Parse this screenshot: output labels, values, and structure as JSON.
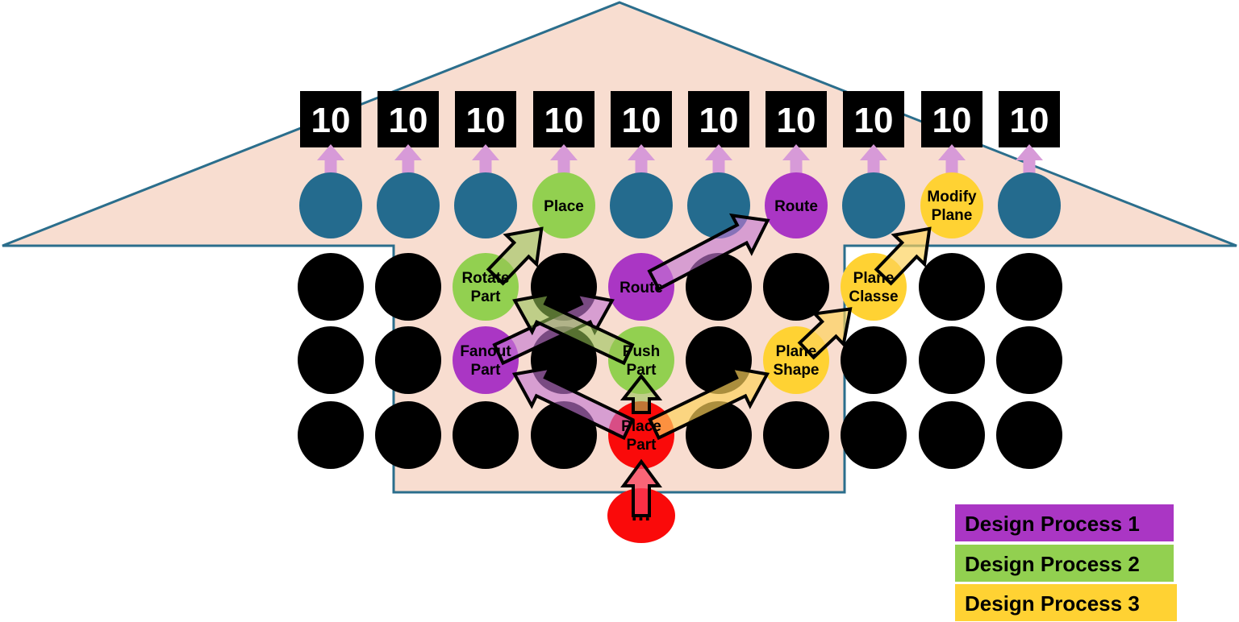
{
  "diagram_type": "design-process-funnel",
  "colors": {
    "teal": "#246b8e",
    "green": "#92d050",
    "purple": "#aa36c4",
    "yellow": "#ffd233",
    "red": "#fa0a0a",
    "black": "#000000",
    "lavender": "#d79ad8",
    "shape_fill": "#f8ddd0",
    "shape_border": "#2b6e8c",
    "arrow_purple": "rgba(195,120,210,0.62)",
    "arrow_green": "rgba(150,195,85,0.58)",
    "arrow_yellow": "rgba(252,210,90,0.68)",
    "arrow_red": "rgba(250,60,90,0.75)",
    "square_fill": "#000000",
    "square_text": "#ffffff",
    "label_text": "#000000"
  },
  "outputs": {
    "value": "10",
    "nodes": [
      {
        "color": "teal"
      },
      {
        "color": "teal"
      },
      {
        "color": "teal"
      },
      {
        "label": "Place",
        "lines": [
          "Place"
        ],
        "color": "green"
      },
      {
        "color": "teal"
      },
      {
        "color": "teal"
      },
      {
        "label": "Route",
        "lines": [
          "Route"
        ],
        "color": "purple"
      },
      {
        "color": "teal"
      },
      {
        "label": "Modify Plane",
        "lines": [
          "Modify",
          "Plane"
        ],
        "color": "yellow"
      },
      {
        "color": "teal"
      }
    ]
  },
  "grid": {
    "rows": [
      [
        null,
        null,
        {
          "label": "Rotate Part",
          "lines": [
            "Rotate",
            "Part"
          ],
          "color": "green"
        },
        null,
        {
          "label": "Route",
          "lines": [
            "Route"
          ],
          "color": "purple"
        },
        null,
        null,
        {
          "label": "Plane Classe",
          "lines": [
            "Plane",
            "Classe"
          ],
          "color": "yellow"
        },
        null,
        null
      ],
      [
        null,
        null,
        {
          "label": "Fanout Part",
          "lines": [
            "Fanout",
            "Part"
          ],
          "color": "purple"
        },
        null,
        {
          "label": "Push Part",
          "lines": [
            "Push",
            "Part"
          ],
          "color": "green"
        },
        null,
        {
          "label": "Plane Shape",
          "lines": [
            "Plane",
            "Shape"
          ],
          "color": "yellow"
        },
        null,
        null,
        null
      ],
      [
        null,
        null,
        null,
        null,
        {
          "label": "Place Part",
          "lines": [
            "Place",
            "Part"
          ],
          "color": "red"
        },
        null,
        null,
        null,
        null,
        null
      ]
    ]
  },
  "entry": {
    "label": "...",
    "lines": [
      "..."
    ],
    "color": "red"
  },
  "processes": [
    {
      "name": "Design Process 1",
      "color": "purple",
      "steps": [
        "Place Part",
        "Fanout Part",
        "Route",
        "out:Route"
      ]
    },
    {
      "name": "Design Process 2",
      "color": "green",
      "steps": [
        "Place Part",
        "Push Part",
        "Rotate Part",
        "out:Place"
      ]
    },
    {
      "name": "Design Process 3",
      "color": "yellow",
      "steps": [
        "Place Part",
        "Plane Shape",
        "Plane Classe",
        "out:Modify Plane"
      ]
    }
  ],
  "entry_arrow": {
    "from": "entry",
    "to": "Place Part",
    "color": "red"
  },
  "legend": {
    "items": [
      {
        "label": "Design Process 1",
        "color": "purple"
      },
      {
        "label": "Design Process 2",
        "color": "green"
      },
      {
        "label": "Design Process 3",
        "color": "yellow"
      }
    ]
  }
}
